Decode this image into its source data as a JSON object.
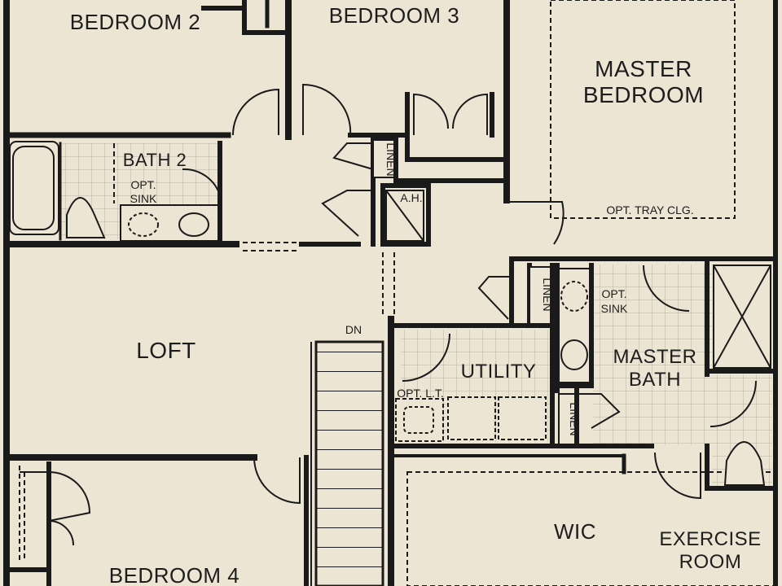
{
  "rooms": {
    "bedroom2": "BEDROOM 2",
    "bedroom3": "BEDROOM 3",
    "master_bedroom_line1": "MASTER",
    "master_bedroom_line2": "BEDROOM",
    "bath2": "BATH 2",
    "loft": "LOFT",
    "utility": "UTILITY",
    "master_bath_line1": "MASTER",
    "master_bath_line2": "BATH",
    "wic": "WIC",
    "exercise_line1": "EXERCISE",
    "exercise_line2": "ROOM",
    "bedroom4": "BEDROOM 4"
  },
  "notes": {
    "opt_tray_clg": "OPT. TRAY CLG.",
    "opt_sink_1_line1": "OPT.",
    "opt_sink_1_line2": "SINK",
    "opt_sink_2_line1": "OPT.",
    "opt_sink_2_line2": "SINK",
    "ah": "A.H.",
    "opt_lt": "OPT. L.T.",
    "dn": "DN",
    "linen": "LINEN"
  },
  "colors": {
    "background": "#ece5d3",
    "walls": "#1a1a1a",
    "tile": "#d9d2c0"
  }
}
